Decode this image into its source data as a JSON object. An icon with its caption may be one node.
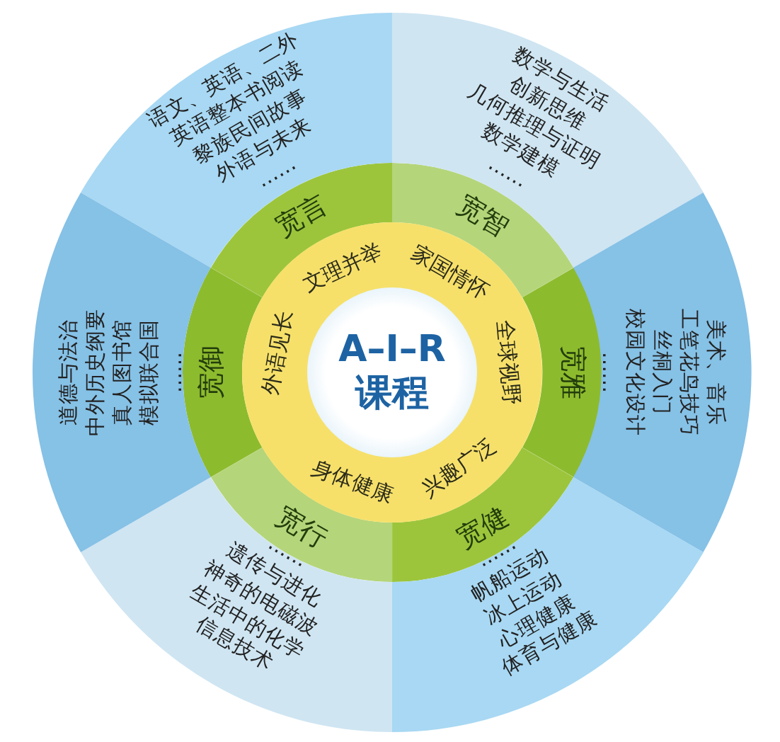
{
  "diagram": {
    "nodes": [
      {
        "text": [
          "文理并举",
          "家国情怀",
          "全球视野",
          "兴趣广泛",
          "身体健康",
          "外语见长"
        ]
      },
      {
        "text": [
          "A–I–R课程"
        ],
        "in": 0
      },
      {
        "text": [
          "宽言"
        ]
      },
      {
        "text": [
          "宽智"
        ]
      },
      {
        "text": [
          "宽雅"
        ]
      },
      {
        "text": [
          "宽健"
        ]
      },
      {
        "text": [
          "宽行"
        ]
      },
      {
        "text": [
          "宽御"
        ]
      },
      {
        "text": [
          "语文、英语、二外",
          "英语整本书阅读",
          "黎族民间故事",
          "外语与未来",
          "……"
        ]
      },
      {
        "text": [
          "数学与生活",
          "创新思维",
          "几何推理与证明",
          "数学建模",
          "……"
        ]
      },
      {
        "text": [
          "美术、音乐",
          "工笔花鸟技巧",
          "丝桐入门",
          "校园文化设计",
          "……"
        ]
      },
      {
        "text": [
          "……",
          "帆船运动",
          "冰上运动",
          "心理健康",
          "体育与健康"
        ]
      },
      {
        "text": [
          "……",
          "遗传与进化",
          "神奇的电磁波",
          "生活中的化学",
          "信息技术"
        ]
      },
      {
        "text": [
          "道德与法治",
          "中外历史纲要",
          "真人图书馆",
          "模拟联合国",
          "……"
        ]
      }
    ]
  }
}
